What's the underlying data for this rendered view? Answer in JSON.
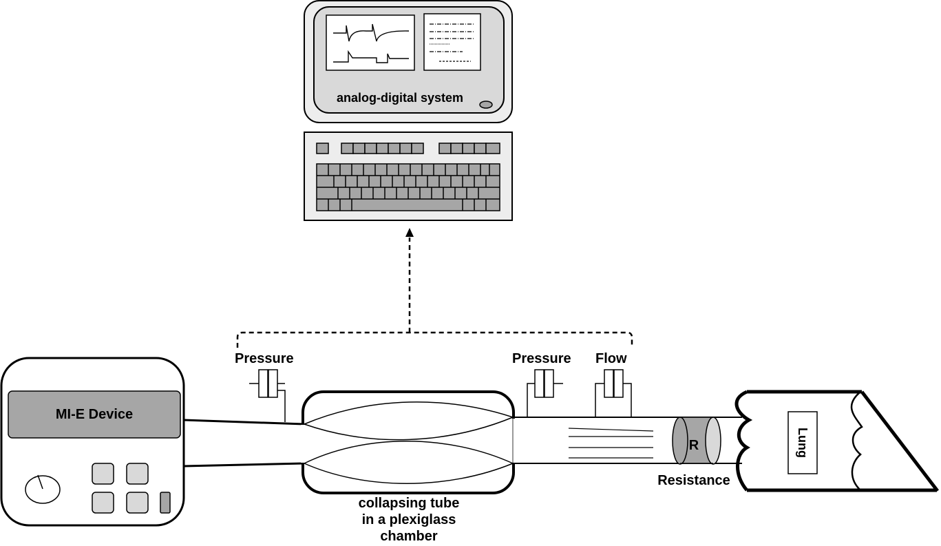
{
  "labels": {
    "computer": "analog-digital system",
    "device": "MI-E Device",
    "pressure_left": "Pressure",
    "pressure_right": "Pressure",
    "flow": "Flow",
    "resistor_letter": "R",
    "resistance": "Resistance",
    "lung": "Lung",
    "tube_line1": "collapsing tube",
    "tube_line2": "in a plexiglass",
    "tube_line3": "chamber"
  },
  "colors": {
    "stroke": "#000000",
    "device_panel": "#a6a6a6",
    "key_fill": "#a6a6a6",
    "button_fill": "#d9d9d9",
    "monitor_fill": "#ededed",
    "monitor_inner": "#d9d9d9",
    "keyboard_fill": "#ededed",
    "resistor_fill": "#a6a6a6"
  }
}
